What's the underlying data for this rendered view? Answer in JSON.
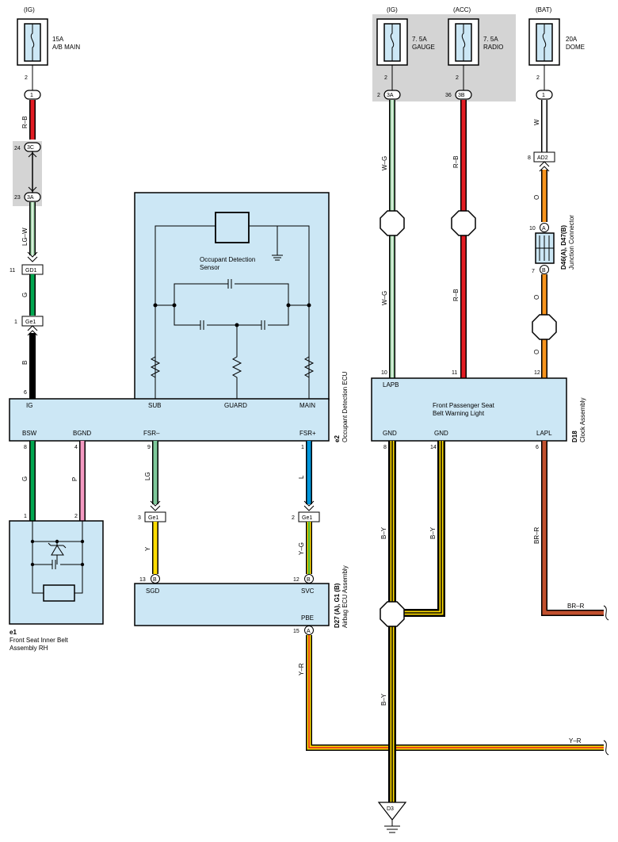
{
  "fuses": [
    {
      "source": "(IG)",
      "rating": "15A",
      "name": "A/B MAIN"
    },
    {
      "source": "(IG)",
      "rating": "7. 5A",
      "name": "GAUGE"
    },
    {
      "source": "(ACC)",
      "rating": "7. 5A",
      "name": "RADIO"
    },
    {
      "source": "(BAT)",
      "rating": "20A",
      "name": "DOME"
    }
  ],
  "connectors": {
    "c1": "1",
    "c3c": "3C",
    "c3a": "3A",
    "gd1": "GD1",
    "ge1": "Ge1",
    "c3a_r": "3A",
    "c3b": "3B",
    "ad2": "AD2",
    "b": "B",
    "a": "A"
  },
  "pins": {
    "p2": "2",
    "p24": "24",
    "p23": "23",
    "p11": "11",
    "p1": "1",
    "p6": "6",
    "p8": "8",
    "p4": "4",
    "p9": "9",
    "p3": "3",
    "p13": "13",
    "p12": "12",
    "p15": "15",
    "p36": "36",
    "p10": "10",
    "p7": "7",
    "p14": "14"
  },
  "wires": {
    "rb": "R–B",
    "lgw": "LG–W",
    "g": "G",
    "b": "B",
    "p": "P",
    "lg": "LG",
    "l": "L",
    "y": "Y",
    "yg": "Y–G",
    "yr": "Y–R",
    "wg": "W–G",
    "w": "W",
    "o": "O",
    "by": "B–Y",
    "brr": "BR–R"
  },
  "ecu": {
    "code": "e2",
    "name": "Occupant Detection ECU",
    "sensor": "Occupant Detection\nSensor",
    "sensor_line1": "Occupant Detection",
    "sensor_line2": "Sensor",
    "pins": [
      "IG",
      "SUB",
      "GUARD",
      "MAIN",
      "BSW",
      "BGND",
      "FSR–",
      "FSR+"
    ]
  },
  "belt": {
    "code": "e1",
    "line1": "Front Seat Inner Belt",
    "line2": "Assembly RH"
  },
  "airbag": {
    "code": "D27 (A), G1 (B)",
    "name": "Airbag ECU Assembly",
    "pins": [
      "SGD",
      "SVC",
      "PBE"
    ]
  },
  "clock": {
    "code": "D18",
    "name": "Clock Assembly",
    "line1": "Front Passenger Seat",
    "line2": "Belt Warning Light",
    "pins": [
      "LAPB",
      "GND",
      "GND",
      "LAPL"
    ]
  },
  "junction": {
    "code": "D46(A), D47(B)",
    "name": "Junction Connector"
  },
  "ground": "D3"
}
